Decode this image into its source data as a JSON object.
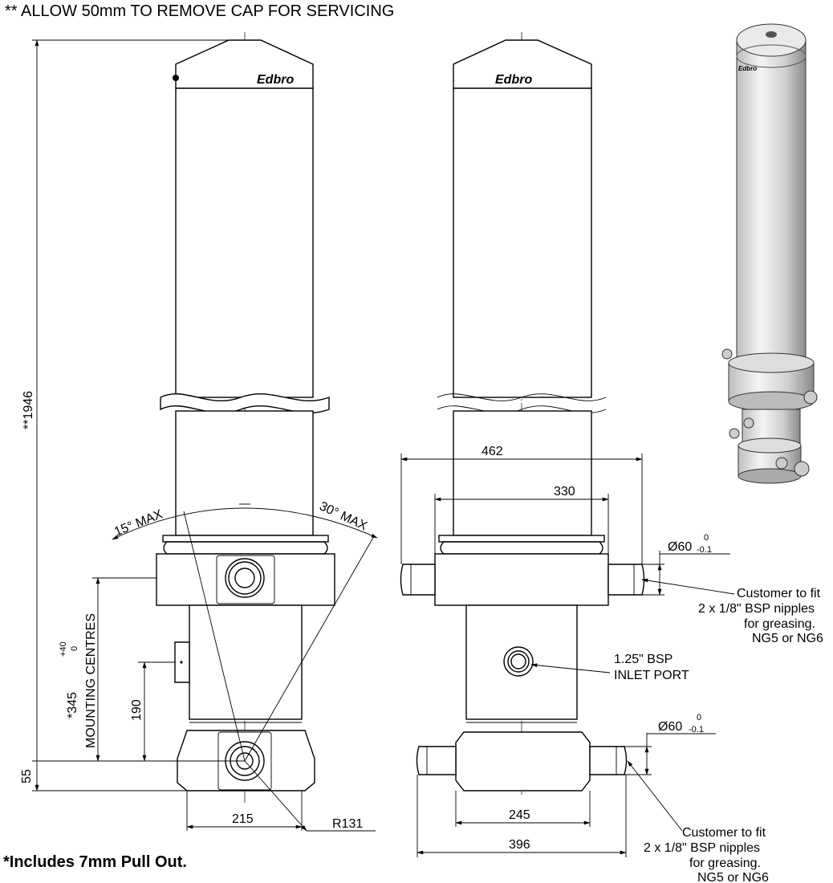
{
  "notes": {
    "top_note": "** ALLOW 50mm TO REMOVE CAP FOR SERVICING",
    "footnote": "*Includes 7mm Pull Out."
  },
  "brand": "Edbro",
  "dimensions": {
    "overall_length": "**1946",
    "base_height": "55",
    "mounting_centres_value": "*345",
    "mounting_centres_tol_upper": "+40",
    "mounting_centres_tol_lower": "0",
    "mounting_centres_label": "MOUNTING CENTRES",
    "pin_offset": "190",
    "base_width_side": "215",
    "radius": "R131",
    "angle_left": "15° MAX",
    "angle_right": "30° MAX",
    "trunnion_span": "462",
    "trunnion_inner": "330",
    "base_pin_inner": "245",
    "base_pin_span": "396",
    "pin_diameter_top": "Ø60",
    "pin_diameter_bottom": "Ø60",
    "pin_tol_upper": "0",
    "pin_tol_lower": "-0.1"
  },
  "callouts": {
    "greasing_top": [
      "Customer to fit",
      "2 x 1/8\" BSP nipples",
      "for greasing.",
      "NG5 or NG6"
    ],
    "greasing_bottom": [
      "Customer to fit",
      "2 x 1/8\" BSP nipples",
      "for greasing.",
      "NG5 or NG6"
    ],
    "inlet_port": [
      "1.25\" BSP",
      "INLET PORT"
    ]
  }
}
